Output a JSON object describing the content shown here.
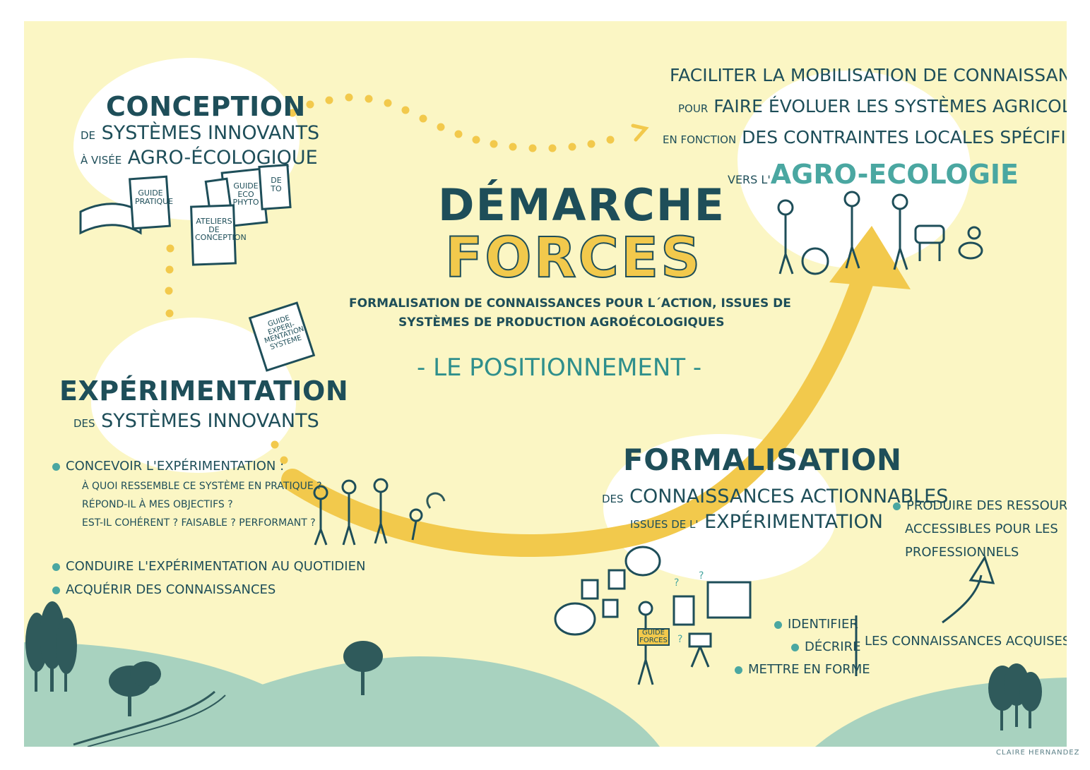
{
  "center": {
    "title_line1": "DÉMARCHE",
    "title_line2": "FORCES",
    "subtitle_line1": "FORMALISATION DE CONNAISSANCES POUR L´ACTION, ISSUES DE",
    "subtitle_line2": "SYSTÈMES DE PRODUCTION AGROÉCOLOGIQUES",
    "positionnement": "- LE POSITIONNEMENT -"
  },
  "conception": {
    "title": "CONCEPTION",
    "line2_small": "DE",
    "line2_big": "SYSTÈMES INNOVANTS",
    "line3_small": "À VISÉE",
    "line3_big": "AGRO-ÉCOLOGIQUE",
    "book1": "GUIDE PRATIQUE",
    "book2": "GUIDE ECO PHYTO",
    "book3": "ATELIERS DE CONCEPTION",
    "book4": "DE TO"
  },
  "experimentation": {
    "title": "EXPÉRIMENTATION",
    "line2_small": "DES",
    "line2_big": "SYSTÈMES INNOVANTS",
    "book": "GUIDE EXPERI- MENTATION SYSTEME",
    "bullets": [
      "CONCEVOIR L'EXPÉRIMENTATION :",
      "CONDUIRE L'EXPÉRIMENTATION AU QUOTIDIEN",
      "ACQUÉRIR DES CONNAISSANCES"
    ],
    "questions": [
      "À QUOI RESSEMBLE CE SYSTÈME EN PRATIQUE ?",
      "RÉPOND-IL À MES OBJECTIFS ?",
      "EST-IL COHÉRENT ? FAISABLE ? PERFORMANT ?"
    ]
  },
  "goal": {
    "line1": "FACILITER LA MOBILISATION DE CONNAISSANCES",
    "line2_small": "POUR",
    "line2_big": "FAIRE ÉVOLUER LES SYSTÈMES AGRICOLES",
    "line3_small": "EN FONCTION",
    "line3_big": "DES CONTRAINTES LOCALES SPÉCIFIQUES",
    "line4_small": "VERS L'",
    "line4_big": "AGRO-ECOLOGIE"
  },
  "formalisation": {
    "title": "FORMALISATION",
    "line2_small": "DES",
    "line2_big": "CONNAISSANCES ACTIONNABLES",
    "line3_small": "ISSUES DE L'",
    "line3_big": "EXPÉRIMENTATION",
    "guide_sign": "GUIDE FORCES",
    "actions": [
      "IDENTIFIER",
      "DÉCRIRE",
      "METTRE EN FORME"
    ],
    "actions_label": "LES CONNAISSANCES ACQUISES",
    "resource_lines": [
      "PRODUIRE DES RESSOURCES",
      "ACCESSIBLES POUR LES",
      "PROFESSIONNELS"
    ]
  },
  "credit": "CLAIRE HERNANDEZ",
  "colors": {
    "background": "#fbf6c4",
    "dark_teal": "#1e4e59",
    "teal": "#4aa7a1",
    "yellow": "#f2c94c",
    "hill_green": "#a8d2bf",
    "tree": "#2f5a5b"
  }
}
